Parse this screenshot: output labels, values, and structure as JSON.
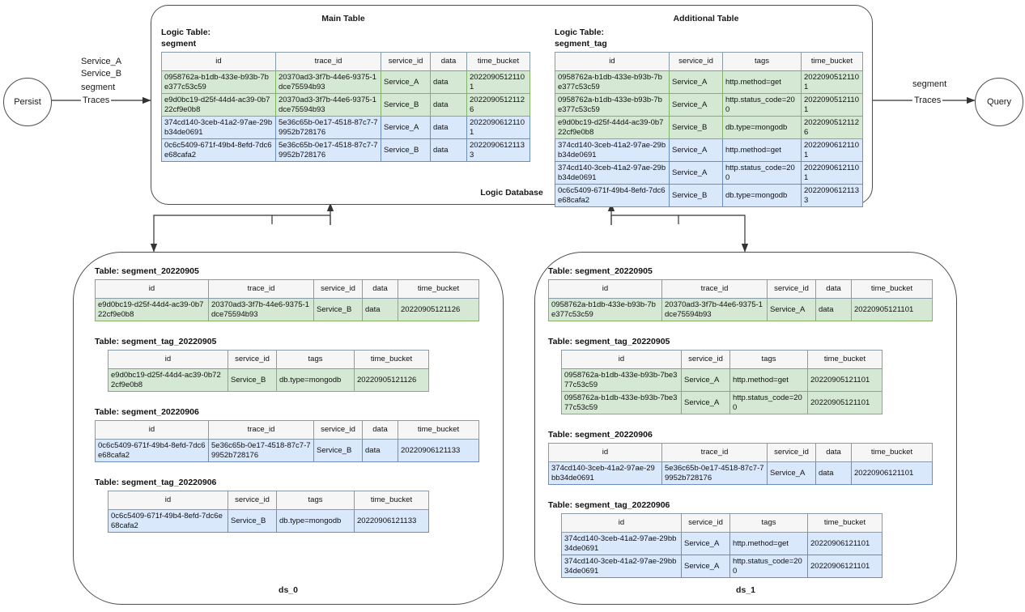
{
  "flow": {
    "source_node": "Persist",
    "target_node": "Query",
    "left_services": "Service_A\nService_B",
    "left_payload": "segment",
    "left_traces": "Traces",
    "right_payload": "segment",
    "right_traces": "Traces"
  },
  "logic_database": {
    "caption": "Logic Database",
    "main": {
      "title": "Main Table",
      "logic_table_label": "Logic Table:\nsegment",
      "columns": [
        "id",
        "trace_id",
        "service_id",
        "data",
        "time_bucket"
      ],
      "rows": [
        {
          "group": "green",
          "id": "0958762a-b1db-433e-b93b-7be377c53c59",
          "trace_id": "20370ad3-3f7b-44e6-9375-1dce75594b93",
          "service_id": "Service_A",
          "data": "data",
          "time_bucket": "20220905121101"
        },
        {
          "group": "green",
          "id": "e9d0bc19-d25f-44d4-ac39-0b722cf9e0b8",
          "trace_id": "20370ad3-3f7b-44e6-9375-1dce75594b93",
          "service_id": "Service_B",
          "data": "data",
          "time_bucket": "20220905121126"
        },
        {
          "group": "blue",
          "id": "374cd140-3ceb-41a2-97ae-29bb34de0691",
          "trace_id": "5e36c65b-0e17-4518-87c7-79952b728176",
          "service_id": "Service_A",
          "data": "data",
          "time_bucket": "20220906121101"
        },
        {
          "group": "blue",
          "id": "0c6c5409-671f-49b4-8efd-7dc6e68cafa2",
          "trace_id": "5e36c65b-0e17-4518-87c7-79952b728176",
          "service_id": "Service_B",
          "data": "data",
          "time_bucket": "20220906121133"
        }
      ]
    },
    "additional": {
      "title": "Additional  Table",
      "logic_table_label": "Logic Table:\nsegment_tag",
      "columns": [
        "id",
        "service_id",
        "tags",
        "time_bucket"
      ],
      "rows": [
        {
          "group": "green",
          "id": "0958762a-b1db-433e-b93b-7be377c53c59",
          "service_id": "Service_A",
          "tags": "http.method=get",
          "time_bucket": "20220905121101"
        },
        {
          "group": "green",
          "id": "0958762a-b1db-433e-b93b-7be377c53c59",
          "service_id": "Service_A",
          "tags": "http.status_code=200",
          "time_bucket": "20220905121101"
        },
        {
          "group": "green",
          "id": "e9d0bc19-d25f-44d4-ac39-0b722cf9e0b8",
          "service_id": "Service_B",
          "tags": "db.type=mongodb",
          "time_bucket": "20220905121126"
        },
        {
          "group": "blue",
          "id": "374cd140-3ceb-41a2-97ae-29bb34de0691",
          "service_id": "Service_A",
          "tags": "http.method=get",
          "time_bucket": "20220906121101"
        },
        {
          "group": "blue",
          "id": "374cd140-3ceb-41a2-97ae-29bb34de0691",
          "service_id": "Service_A",
          "tags": "http.status_code=200",
          "time_bucket": "20220906121101"
        },
        {
          "group": "blue",
          "id": "0c6c5409-671f-49b4-8efd-7dc6e68cafa2",
          "service_id": "Service_B",
          "tags": "db.type=mongodb",
          "time_bucket": "20220906121133"
        }
      ]
    }
  },
  "ds_0": {
    "caption": "ds_0",
    "segment_columns": [
      "id",
      "trace_id",
      "service_id",
      "data",
      "time_bucket"
    ],
    "tag_columns": [
      "id",
      "service_id",
      "tags",
      "time_bucket"
    ],
    "tables": [
      {
        "title": "Table: segment_20220905",
        "kind": "segment",
        "rows": [
          {
            "group": "green",
            "id": "e9d0bc19-d25f-44d4-ac39-0b722cf9e0b8",
            "trace_id": "20370ad3-3f7b-44e6-9375-1dce75594b93",
            "service_id": "Service_B",
            "data": "data",
            "time_bucket": "20220905121126"
          }
        ]
      },
      {
        "title": "Table: segment_tag_20220905",
        "kind": "tag",
        "rows": [
          {
            "group": "green",
            "id": "e9d0bc19-d25f-44d4-ac39-0b722cf9e0b8",
            "service_id": "Service_B",
            "tags": "db.type=mongodb",
            "time_bucket": "20220905121126"
          }
        ]
      },
      {
        "title": "Table: segment_20220906",
        "kind": "segment",
        "rows": [
          {
            "group": "blue",
            "id": "0c6c5409-671f-49b4-8efd-7dc6e68cafa2",
            "trace_id": "5e36c65b-0e17-4518-87c7-79952b728176",
            "service_id": "Service_B",
            "data": "data",
            "time_bucket": "20220906121133"
          }
        ]
      },
      {
        "title": "Table: segment_tag_20220906",
        "kind": "tag",
        "rows": [
          {
            "group": "blue",
            "id": "0c6c5409-671f-49b4-8efd-7dc6e68cafa2",
            "service_id": "Service_B",
            "tags": "db.type=mongodb",
            "time_bucket": "20220906121133"
          }
        ]
      }
    ]
  },
  "ds_1": {
    "caption": "ds_1",
    "segment_columns": [
      "id",
      "trace_id",
      "service_id",
      "data",
      "time_bucket"
    ],
    "tag_columns": [
      "id",
      "service_id",
      "tags",
      "time_bucket"
    ],
    "tables": [
      {
        "title": "Table: segment_20220905",
        "kind": "segment",
        "rows": [
          {
            "group": "green",
            "id": "0958762a-b1db-433e-b93b-7be377c53c59",
            "trace_id": "20370ad3-3f7b-44e6-9375-1dce75594b93",
            "service_id": "Service_A",
            "data": "data",
            "time_bucket": "20220905121101"
          }
        ]
      },
      {
        "title": "Table: segment_tag_20220905",
        "kind": "tag",
        "rows": [
          {
            "group": "green",
            "id": "0958762a-b1db-433e-b93b-7be377c53c59",
            "service_id": "Service_A",
            "tags": "http.method=get",
            "time_bucket": "20220905121101"
          },
          {
            "group": "green",
            "id": "0958762a-b1db-433e-b93b-7be377c53c59",
            "service_id": "Service_A",
            "tags": "http.status_code=200",
            "time_bucket": "20220905121101"
          }
        ]
      },
      {
        "title": "Table: segment_20220906",
        "kind": "segment",
        "rows": [
          {
            "group": "blue",
            "id": "374cd140-3ceb-41a2-97ae-29bb34de0691",
            "trace_id": "5e36c65b-0e17-4518-87c7-79952b728176",
            "service_id": "Service_A",
            "data": "data",
            "time_bucket": "20220906121101"
          }
        ]
      },
      {
        "title": "Table: segment_tag_20220906",
        "kind": "tag",
        "rows": [
          {
            "group": "blue",
            "id": "374cd140-3ceb-41a2-97ae-29bb34de0691",
            "service_id": "Service_A",
            "tags": "http.method=get",
            "time_bucket": "20220906121101"
          },
          {
            "group": "blue",
            "id": "374cd140-3ceb-41a2-97ae-29bb34de0691",
            "service_id": "Service_A",
            "tags": "http.status_code=200",
            "time_bucket": "20220906121101"
          }
        ]
      }
    ]
  },
  "colors": {
    "green_fill": "#d5e8d4",
    "green_stroke": "#82b366",
    "blue_fill": "#dae8fc",
    "blue_stroke": "#6c8ebf",
    "header_fill": "#f6f6f6",
    "line": "#4d4d4d"
  }
}
